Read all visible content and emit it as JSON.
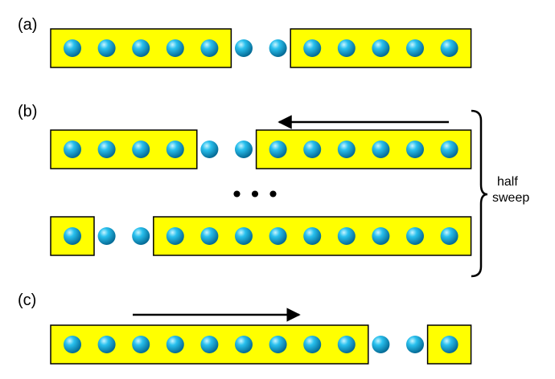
{
  "labels": {
    "a": "(a)",
    "b": "(b)",
    "c": "(c)"
  },
  "ellipsis": "•••",
  "brace_text": {
    "line1": "half",
    "line2": "sweep"
  },
  "colors": {
    "block_fill": "#ffff00",
    "block_stroke": "#000000",
    "site": "#0aa5d8",
    "arrow": "#000000"
  },
  "rows": [
    {
      "id": "a",
      "blocks": [
        5,
        2,
        5
      ],
      "arrow": "none"
    },
    {
      "id": "b1",
      "blocks": [
        4,
        2,
        6
      ],
      "arrow": "left"
    },
    {
      "id": "b2",
      "blocks": [
        1,
        2,
        9
      ],
      "arrow": "none"
    },
    {
      "id": "c",
      "blocks": [
        9,
        2,
        1
      ],
      "arrow": "right"
    }
  ]
}
